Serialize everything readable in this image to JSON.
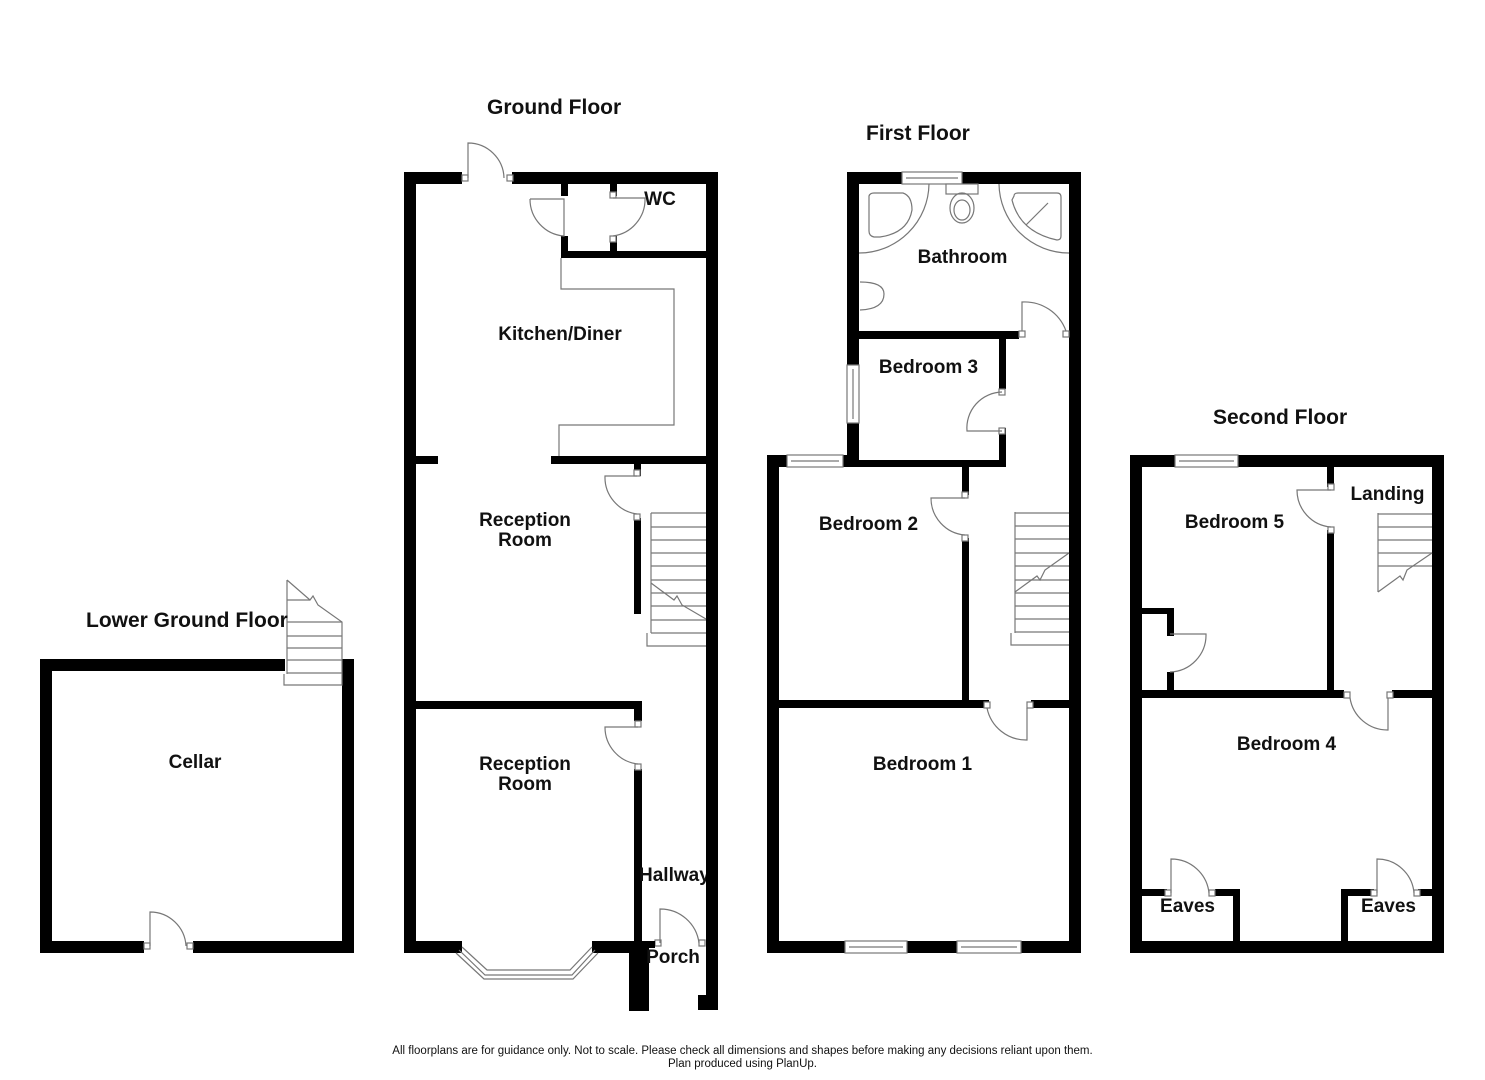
{
  "floors": {
    "lower_ground": {
      "title": "Lower Ground Floor",
      "rooms": [
        {
          "name": "Cellar"
        }
      ]
    },
    "ground": {
      "title": "Ground Floor",
      "rooms": [
        {
          "name": "WC"
        },
        {
          "name": "Kitchen/Diner"
        },
        {
          "name": "Reception Room"
        },
        {
          "name": "Reception Room"
        },
        {
          "name": "Hallway"
        },
        {
          "name": "Porch"
        }
      ]
    },
    "first": {
      "title": "First Floor",
      "rooms": [
        {
          "name": "Bathroom"
        },
        {
          "name": "Bedroom 3"
        },
        {
          "name": "Bedroom 2"
        },
        {
          "name": "Bedroom 1"
        }
      ]
    },
    "second": {
      "title": "Second Floor",
      "rooms": [
        {
          "name": "Bedroom 5"
        },
        {
          "name": "Landing"
        },
        {
          "name": "Bedroom 4"
        },
        {
          "name": "Eaves"
        },
        {
          "name": "Eaves"
        }
      ]
    }
  },
  "footer": {
    "disclaimer": "All floorplans are for guidance only. Not to scale. Please check all dimensions and shapes before making any decisions reliant upon them.",
    "credit": "Plan produced using PlanUp."
  },
  "colors": {
    "wall": "#000000",
    "fixture_line": "#777777",
    "background": "#ffffff"
  }
}
